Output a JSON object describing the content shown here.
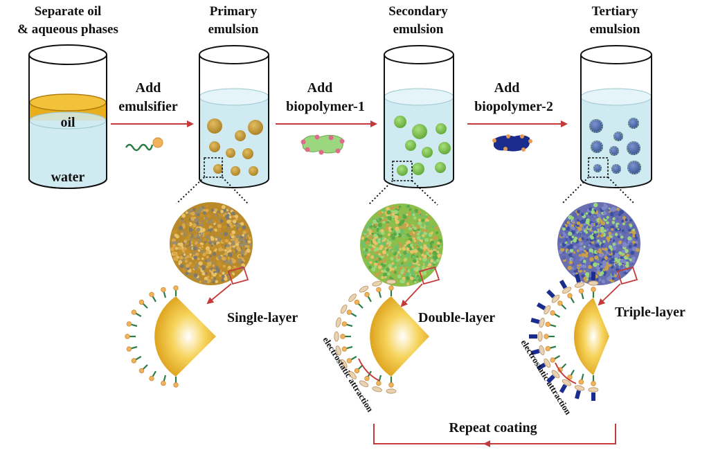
{
  "stages": [
    {
      "title_line1": "Separate oil",
      "title_line2": "& aqueous phases"
    },
    {
      "title_line1": "Primary",
      "title_line2": "emulsion"
    },
    {
      "title_line1": "Secondary",
      "title_line2": "emulsion"
    },
    {
      "title_line1": "Tertiary",
      "title_line2": "emulsion"
    }
  ],
  "phases": {
    "oil": "oil",
    "water": "water"
  },
  "steps": [
    {
      "line1": "Add",
      "line2": "emulsifier"
    },
    {
      "line1": "Add",
      "line2": "biopolymer-1"
    },
    {
      "line1": "Add",
      "line2": "biopolymer-2"
    }
  ],
  "layers": {
    "single": "Single-layer",
    "double": "Double-layer",
    "triple": "Triple-layer"
  },
  "annotations": {
    "electrostatic_1": "electrostatic attraction",
    "electrostatic_2": "electrostatic attraction"
  },
  "repeat": {
    "label": "Repeat coating"
  },
  "colors": {
    "water": "#cfeaf1",
    "oil": "#e8ae1c",
    "droplet_oil": "#c79a32",
    "droplet_green": "#7ac143",
    "droplet_blue": "#3a4fa0",
    "arrow": "#c43a3a",
    "emulsifier_tail": "#2a7d46",
    "emulsifier_head": "#f2b35c",
    "biopolymer1": "#9ad77f",
    "biopolymer1_dot": "#e06a8a",
    "biopolymer2": "#1a2d8f",
    "biopolymer2_dot": "#e89a4e"
  }
}
